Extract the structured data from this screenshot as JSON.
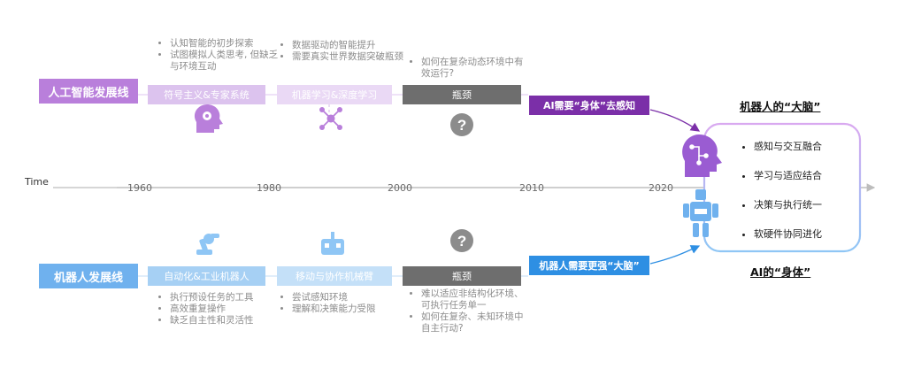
{
  "timeline": {
    "axis_label": "Time",
    "years": [
      "1960",
      "1980",
      "2000",
      "2010",
      "2020"
    ]
  },
  "ai_lane": {
    "title": "人工智能发展线",
    "stages": [
      {
        "label": "符号主义&专家系统",
        "notes": [
          "认知智能的初步探索",
          "试图模拟人类思考, 但缺乏与环境互动"
        ]
      },
      {
        "label": "机器学习&深度学习",
        "notes": [
          "数据驱动的智能提升",
          "需要真实世界数据突破瓶颈"
        ]
      },
      {
        "label": "瓶颈",
        "notes": [
          "如何在复杂动态环境中有效运行?"
        ]
      }
    ],
    "callout": "AI需要“身体”去感知"
  },
  "robot_lane": {
    "title": "机器人发展线",
    "stages": [
      {
        "label": "自动化&工业机器人",
        "notes": [
          "执行预设任务的工具",
          "高效重复操作",
          "缺乏自主性和灵活性"
        ]
      },
      {
        "label": "移动与协作机械臂",
        "notes": [
          "尝试感知环境",
          "理解和决策能力受限"
        ]
      },
      {
        "label": "瓶颈",
        "notes": [
          "难以适应非结构化环境、可执行任务单一",
          "如何在复杂、未知环境中自主行动?"
        ]
      }
    ],
    "callout": "机器人需要更强“大脑”"
  },
  "convergence": {
    "top_title": "机器人的“大脑”",
    "bottom_title": "AI的“身体”",
    "items": [
      "感知与交互融合",
      "学习与适应结合",
      "决策与执行统一",
      "软硬件协同进化"
    ]
  },
  "colors": {
    "ai_title": "#b97fdb",
    "ai_stage1": "#dcc3ee",
    "ai_stage2": "#ead9f5",
    "ai_callout": "#7b2fa8",
    "robot_title": "#6fb1ee",
    "robot_stage1": "#a6d0f4",
    "robot_stage2": "#c4e0f8",
    "robot_callout": "#2e8fe3",
    "bottleneck": "#6e6e6e",
    "axis": "#bdbdbd"
  }
}
